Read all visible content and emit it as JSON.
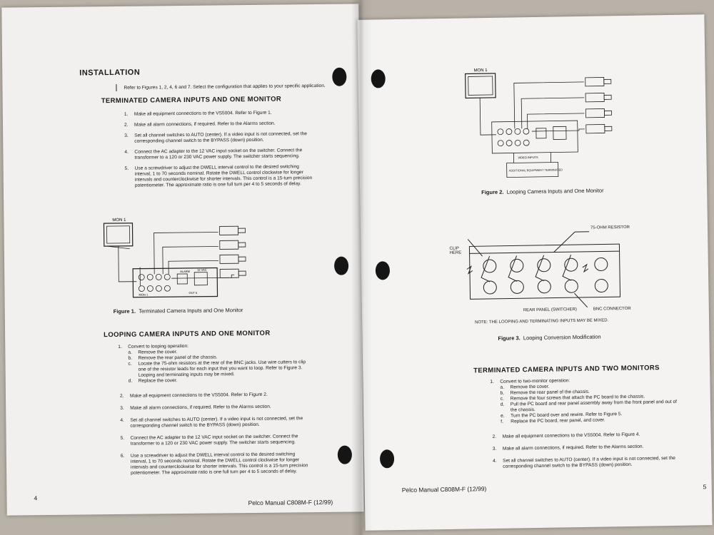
{
  "left": {
    "title": "INSTALLATION",
    "intro": "Refer to Figures 1, 2, 4, 6 and 7. Select the configuration that applies to your specific application.",
    "section1_heading": "TERMINATED CAMERA INPUTS AND ONE MONITOR",
    "section1_steps": [
      {
        "num": "1.",
        "lines": [
          "Make all equipment connections to the VS5004. Refer to Figure 1."
        ]
      },
      {
        "num": "2.",
        "lines": [
          "Make all alarm connections, if required. Refer to the Alarms section."
        ]
      },
      {
        "num": "3.",
        "lines": [
          "Set all channel switches to AUTO (center). If a video input is not connected, set the",
          "corresponding channel switch to the BYPASS (down) position."
        ]
      },
      {
        "num": "4.",
        "lines": [
          "Connect the AC adapter to the 12 VAC input socket on the switcher. Connect the",
          "transformer to a 120 or 230 VAC power supply. The switcher starts sequencing."
        ]
      },
      {
        "num": "5.",
        "lines": [
          "Use a screwdriver to adjust the DWELL interval control to the desired switching",
          "interval, 1 to 70 seconds nominal. Rotate the DWELL control clockwise for longer",
          "intervals and counterclockwise for shorter intervals. This control is a 15-turn precision",
          "potentiometer. The approximate ratio is one full turn per 4 to 5 seconds of delay."
        ]
      }
    ],
    "figure1_mon_label": "MON 1",
    "figure1_caption_bold": "Figure 1.",
    "figure1_caption": "Terminated Camera Inputs and One Monitor",
    "section2_heading": "LOOPING CAMERA INPUTS AND ONE MONITOR",
    "section2_step1": {
      "num": "1.",
      "text": "Convert to looping operation:",
      "subs": [
        {
          "letter": "a.",
          "lines": [
            "Remove the cover."
          ]
        },
        {
          "letter": "b.",
          "lines": [
            "Remove the rear panel of the chassis."
          ]
        },
        {
          "letter": "c.",
          "lines": [
            "Locate the 75-ohm resistors at the rear of the BNC jacks. Use wire cutters to clip",
            "one of the resistor leads for each input that you want to loop. Refer to Figure 3.",
            "Looping and terminating inputs may be mixed."
          ]
        },
        {
          "letter": "d.",
          "lines": [
            "Replace the cover."
          ]
        }
      ]
    },
    "section2_steps": [
      {
        "num": "2.",
        "lines": [
          "Make all equipment connections to the VS5004. Refer to Figure 2."
        ]
      },
      {
        "num": "3.",
        "lines": [
          "Make all alarm connections, if required. Refer to the Alarms section."
        ]
      },
      {
        "num": "4.",
        "lines": [
          "Set all channel switches to AUTO (center). If a video input is not connected, set the",
          "corresponding channel switch to the BYPASS (down) position."
        ]
      },
      {
        "num": "5.",
        "lines": [
          "Connect the AC adapter to the 12 VAC input socket on the switcher. Connect the",
          "transformer to a 120 or 230 VAC power supply. The switcher starts sequencing."
        ]
      },
      {
        "num": "6.",
        "lines": [
          "Use a screwdriver to adjust the DWELL interval control to the desired switching",
          "interval, 1 to 70 seconds nominal. Rotate the DWELL control clockwise for longer",
          "intervals and counterclockwise for shorter intervals. This control is a 15-turn precision",
          "potentiometer. The approximate ratio is one full turn per 4 to 5 seconds of delay."
        ]
      }
    ],
    "page_number": "4",
    "footer": "Pelco Manual C808M-F (12/99)"
  },
  "right": {
    "figure2_mon_label": "MON 1",
    "figure2_box_label": "ADDITIONAL EQUIPMENT TERMINATED",
    "figure2_video_inputs": "VIDEO INPUTS",
    "figure2_caption_bold": "Figure 2.",
    "figure2_caption": "Looping Camera Inputs and One Monitor",
    "figure3_resistor_label": "75-OHM RESISTOR",
    "figure3_clip_label": "CLIP HERE",
    "figure3_rear_panel_label": "REAR PANEL (SWITCHER)",
    "figure3_bnc_label": "BNC CONNECTOR",
    "figure3_note": "NOTE: THE LOOPING AND TERMINATING INPUTS MAY BE MIXED.",
    "figure3_caption_bold": "Figure 3.",
    "figure3_caption": "Looping Conversion Modification",
    "section3_heading": "TERMINATED CAMERA INPUTS AND TWO MONITORS",
    "section3_step1": {
      "num": "1.",
      "text": "Convert to two-monitor operation:",
      "subs": [
        {
          "letter": "a.",
          "lines": [
            "Remove the cover."
          ]
        },
        {
          "letter": "b.",
          "lines": [
            "Remove the rear panel of the chassis."
          ]
        },
        {
          "letter": "c.",
          "lines": [
            "Remove the four screws that attach the PC board to the chassis."
          ]
        },
        {
          "letter": "d.",
          "lines": [
            "Pull the PC board and rear panel assembly away from the front panel and out of",
            "the chassis."
          ]
        },
        {
          "letter": "e.",
          "lines": [
            "Turn the PC board over and rewire. Refer to Figure 5."
          ]
        },
        {
          "letter": "f.",
          "lines": [
            "Replace the PC board, rear panel, and cover."
          ]
        }
      ]
    },
    "section3_steps": [
      {
        "num": "2.",
        "lines": [
          "Make all equipment connections to the VS5004. Refer to Figure 4."
        ]
      },
      {
        "num": "3.",
        "lines": [
          "Make all alarm connections, if required. Refer to the Alarms section."
        ]
      },
      {
        "num": "4.",
        "lines": [
          "Set all channel switches to AUTO (center). If a video input is not connected, set the",
          "corresponding channel switch to the BYPASS (down) position."
        ]
      }
    ],
    "footer": "Pelco Manual C808M-F (12/99)",
    "page_number": "5"
  },
  "colors": {
    "paper": "#f1f0ee",
    "background": "#b9b2a8",
    "ink": "#1a1a1a"
  }
}
